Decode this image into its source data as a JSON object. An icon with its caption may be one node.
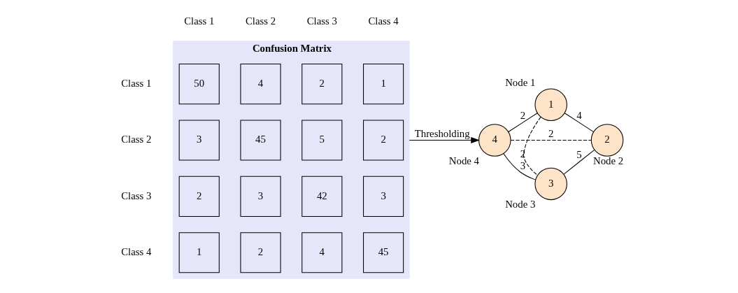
{
  "diagram": {
    "nodes": [
      {
        "text": [
          "Confusion Matrix"
        ]
      },
      {
        "text": [
          "50"
        ],
        "in": 0
      },
      {
        "text": [
          "4"
        ],
        "in": 0
      },
      {
        "text": [
          "2"
        ],
        "in": 0
      },
      {
        "text": [
          "1"
        ],
        "in": 0
      },
      {
        "text": [
          "3"
        ],
        "in": 0
      },
      {
        "text": [
          "45"
        ],
        "in": 0
      },
      {
        "text": [
          "5"
        ],
        "in": 0
      },
      {
        "text": [
          "2"
        ],
        "in": 0
      },
      {
        "text": [
          "2"
        ],
        "in": 0
      },
      {
        "text": [
          "3"
        ],
        "in": 0
      },
      {
        "text": [
          "42"
        ],
        "in": 0
      },
      {
        "text": [
          "3"
        ],
        "in": 0
      },
      {
        "text": [
          "1"
        ],
        "in": 0
      },
      {
        "text": [
          "2"
        ],
        "in": 0
      },
      {
        "text": [
          "4"
        ],
        "in": 0
      },
      {
        "text": [
          "45"
        ],
        "in": 0
      },
      {
        "text": [
          "1"
        ],
        "beside": [
          "Node 1"
        ]
      },
      {
        "text": [
          "2"
        ],
        "beside": [
          "Node 2"
        ]
      },
      {
        "text": [
          "3"
        ],
        "beside": [
          "Node 3"
        ]
      },
      {
        "text": [
          "4"
        ],
        "beside": [
          "Node 4"
        ]
      }
    ],
    "edges": [
      {
        "from": 0,
        "to": 20,
        "arrow": "to",
        "label": "Thresholding"
      },
      {
        "from": 20,
        "to": 17,
        "arrow": "none",
        "label": "2"
      },
      {
        "from": 17,
        "to": 18,
        "arrow": "none",
        "label": "4"
      },
      {
        "from": 20,
        "to": 19,
        "arrow": "none",
        "label": "3"
      },
      {
        "from": 19,
        "to": 18,
        "arrow": "none",
        "label": "5"
      },
      {
        "from": 17,
        "to": 19,
        "arrow": "none",
        "label": "2",
        "style": "dashed"
      },
      {
        "from": 20,
        "to": 18,
        "arrow": "none",
        "label": "2",
        "style": "dashed"
      }
    ],
    "labels": [
      "Class 1",
      "Class 2",
      "Class 3",
      "Class 4",
      "Class 1",
      "Class 2",
      "Class 3",
      "Class 4"
    ]
  }
}
